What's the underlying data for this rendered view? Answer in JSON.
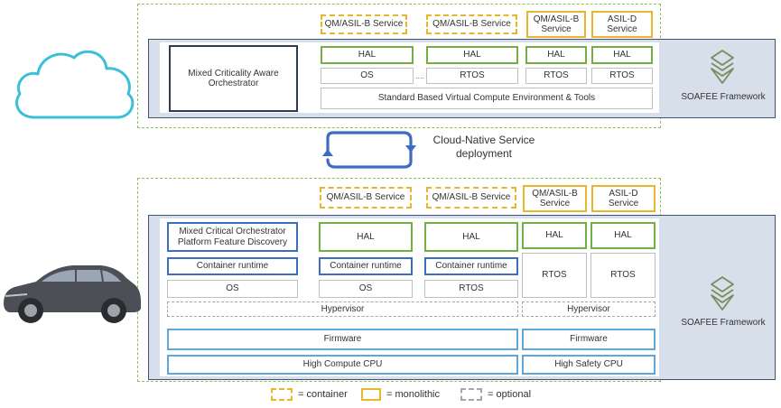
{
  "top": {
    "services": [
      {
        "label": "QM/ASIL-B Service",
        "type": "container"
      },
      {
        "label": "QM/ASIL-B Service",
        "type": "container"
      },
      {
        "label": "QM/ASIL-B Service",
        "type": "monolithic"
      },
      {
        "label": "ASIL-D Service",
        "type": "monolithic"
      }
    ],
    "orchestrator": "Mixed Criticality Aware Orchestrator",
    "hal": "HAL",
    "os": "OS",
    "rtos": "RTOS",
    "dots": "....",
    "virtual_env": "Standard Based Virtual Compute Environment & Tools",
    "framework_label": "SOAFEE Framework"
  },
  "deployment": {
    "line1": "Cloud-Native Service",
    "line2": "deployment"
  },
  "bottom": {
    "services": [
      {
        "label": "QM/ASIL-B Service",
        "type": "container"
      },
      {
        "label": "QM/ASIL-B Service",
        "type": "container"
      },
      {
        "label": "QM/ASIL-B Service",
        "type": "monolithic"
      },
      {
        "label": "ASIL-D Service",
        "type": "monolithic"
      }
    ],
    "orchestrator": "Mixed Critical Orchestrator Platform Feature Discovery",
    "hal": "HAL",
    "container_runtime": "Container runtime",
    "os": "OS",
    "rtos": "RTOS",
    "hypervisor": "Hypervisor",
    "firmware": "Firmware",
    "high_compute_cpu": "High Compute CPU",
    "high_safety_cpu": "High Safety CPU",
    "framework_label": "SOAFEE Framework"
  },
  "legend": {
    "container": "= container",
    "monolithic": "= monolithic",
    "optional": "= optional"
  },
  "colors": {
    "container_border": "#e8b52d",
    "hal_border": "#72b043",
    "runtime_border": "#3c6dbf",
    "firmware_border": "#5fa8d9",
    "framework_bg": "#d7dfea",
    "cloud": "#3cc0d6"
  }
}
